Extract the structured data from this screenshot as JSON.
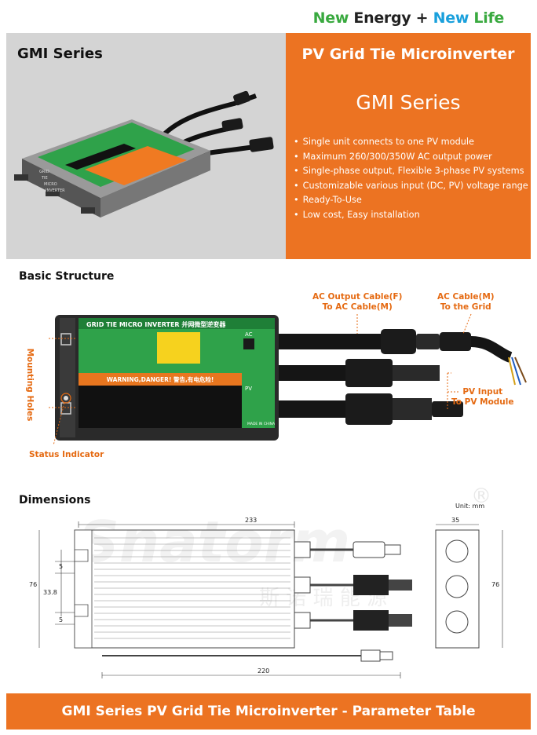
{
  "tagline": {
    "part1": "New",
    "part2": "Energy +",
    "part3": "New",
    "part4": "Life"
  },
  "hero": {
    "left_title": "GMI Series",
    "right_title": "PV Grid Tie Microinverter",
    "right_subtitle": "GMI Series",
    "features": [
      "Single unit connects to one PV module",
      "Maximum 260/300/350W AC output power",
      "Single-phase output, Flexible 3-phase PV systems",
      "Customizable various input (DC, PV) voltage range",
      "Ready-To-Use",
      "Low cost, Easy installation"
    ]
  },
  "product_photo": {
    "side_text": [
      "GRID",
      "TIE",
      "MICRO",
      "INVERTER"
    ],
    "label_text": "GRID TIE MICRO INVERTER"
  },
  "basic_structure": {
    "title": "Basic Structure",
    "device_header": "GRID TIE MICRO INVERTER 并网微型逆变器",
    "warning": "WARNING,DANGER! 警告,有电危险!",
    "ac_tag": "AC",
    "pv_tag": "PV",
    "made_in": "MADE IN CHINA",
    "labels": {
      "ac_output": [
        "AC Output Cable(F)",
        "To AC Cable(M)"
      ],
      "ac_cable": [
        "AC Cable(M)",
        "To the Grid"
      ],
      "pv_input": [
        "PV Input",
        "To PV Module"
      ],
      "mounting_holes": "Mounting Holes",
      "status_indicator": "Status Indicator"
    }
  },
  "dimensions": {
    "title": "Dimensions",
    "unit": "Unit: mm",
    "length": "233",
    "width": "35",
    "height_left": "76",
    "height_right": "76",
    "hole_gap": "33.8",
    "hole_top": "5",
    "hole_bottom": "5",
    "cable": "220",
    "watermark": "Snatorm",
    "watermark_cn": "斯 诺 瑞 能 源",
    "registered": "®"
  },
  "banner": {
    "text": "GMI Series PV Grid Tie Microinverter - Parameter Table"
  },
  "colors": {
    "orange": "#ec7322",
    "green": "#39a93f",
    "blue": "#1aa0dc",
    "gray": "#d4d4d4"
  }
}
